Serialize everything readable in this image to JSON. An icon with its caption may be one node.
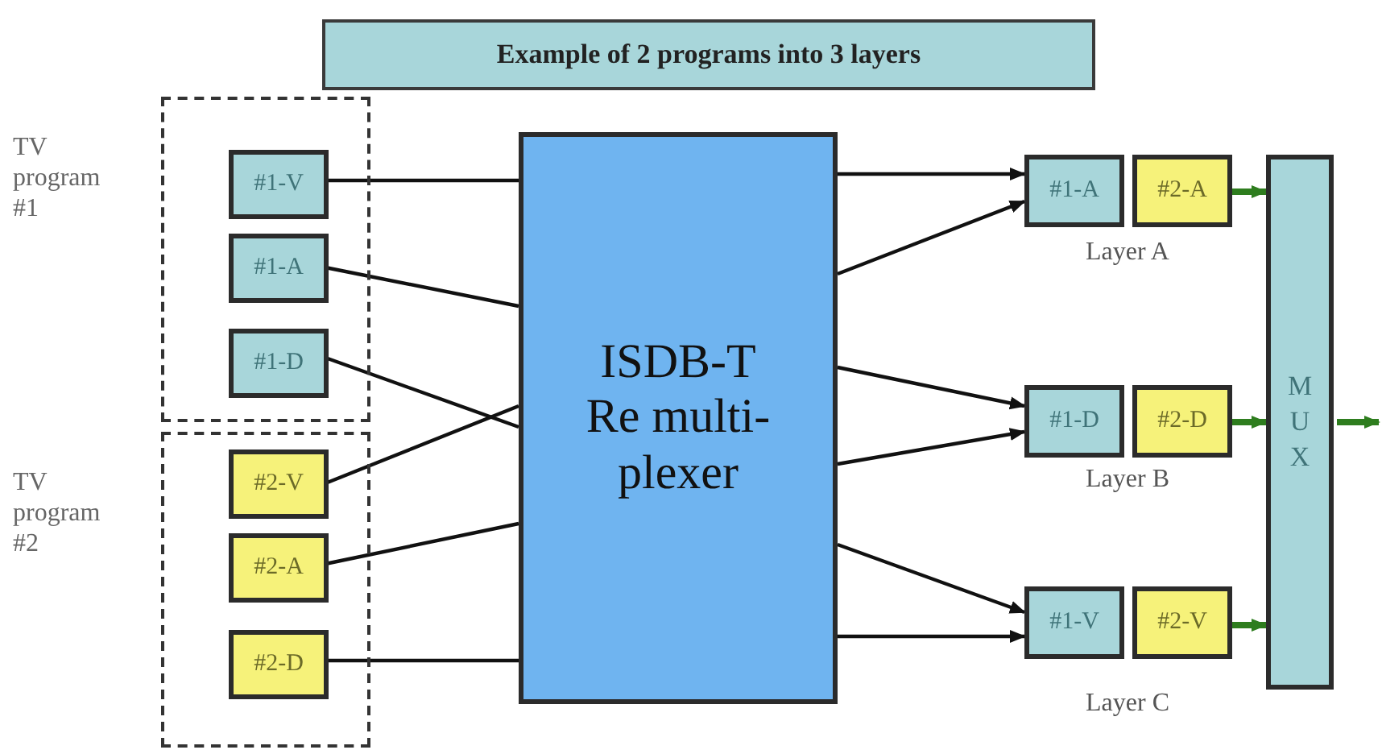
{
  "diagram": {
    "title": "Example of 2 programs into 3 layers",
    "nodes": [
      {
        "text": [
          "TV program #1"
        ]
      },
      {
        "text": [
          "#1-V"
        ],
        "in": 0
      },
      {
        "text": [
          "#1-A"
        ],
        "in": 0
      },
      {
        "text": [
          "#1-D"
        ],
        "in": 0
      },
      {
        "text": [
          "TV program #2"
        ]
      },
      {
        "text": [
          "#2-V"
        ],
        "in": 4
      },
      {
        "text": [
          "#2-A"
        ],
        "in": 4
      },
      {
        "text": [
          "#2-D"
        ],
        "in": 4
      },
      {
        "text": [
          "ISDB-T Re multi-plexer"
        ]
      },
      {
        "text": [
          "#1-A"
        ]
      },
      {
        "text": [
          "#2-A"
        ]
      },
      {
        "text": [
          "#1-D"
        ]
      },
      {
        "text": [
          "#2-D"
        ]
      },
      {
        "text": [
          "#1-V"
        ]
      },
      {
        "text": [
          "#2-V"
        ]
      },
      {
        "text": [
          "MUX"
        ]
      }
    ],
    "edges": [
      {
        "from": 1,
        "to": 8,
        "arrow": "none"
      },
      {
        "from": 2,
        "to": 8,
        "arrow": "none"
      },
      {
        "from": 3,
        "to": 8,
        "arrow": "none"
      },
      {
        "from": 5,
        "to": 8,
        "arrow": "none"
      },
      {
        "from": 6,
        "to": 8,
        "arrow": "none"
      },
      {
        "from": 7,
        "to": 8,
        "arrow": "none"
      },
      {
        "from": 8,
        "to": 9,
        "arrow": "to"
      },
      {
        "from": 8,
        "to": 9,
        "arrow": "to"
      },
      {
        "from": 8,
        "to": 11,
        "arrow": "to"
      },
      {
        "from": 8,
        "to": 11,
        "arrow": "to"
      },
      {
        "from": 8,
        "to": 13,
        "arrow": "to"
      },
      {
        "from": 8,
        "to": 13,
        "arrow": "to"
      },
      {
        "from": 10,
        "to": 15,
        "arrow": "to",
        "style": "thick",
        "color": "#2e7d1e"
      },
      {
        "from": 12,
        "to": 15,
        "arrow": "to",
        "style": "thick",
        "color": "#2e7d1e"
      },
      {
        "from": 14,
        "to": 15,
        "arrow": "to",
        "style": "thick",
        "color": "#2e7d1e"
      },
      {
        "from": 15,
        "to": null,
        "arrow": "to",
        "style": "thick",
        "color": "#2e7d1e"
      }
    ],
    "labels": [
      "Layer A",
      "Layer B",
      "Layer C"
    ]
  }
}
